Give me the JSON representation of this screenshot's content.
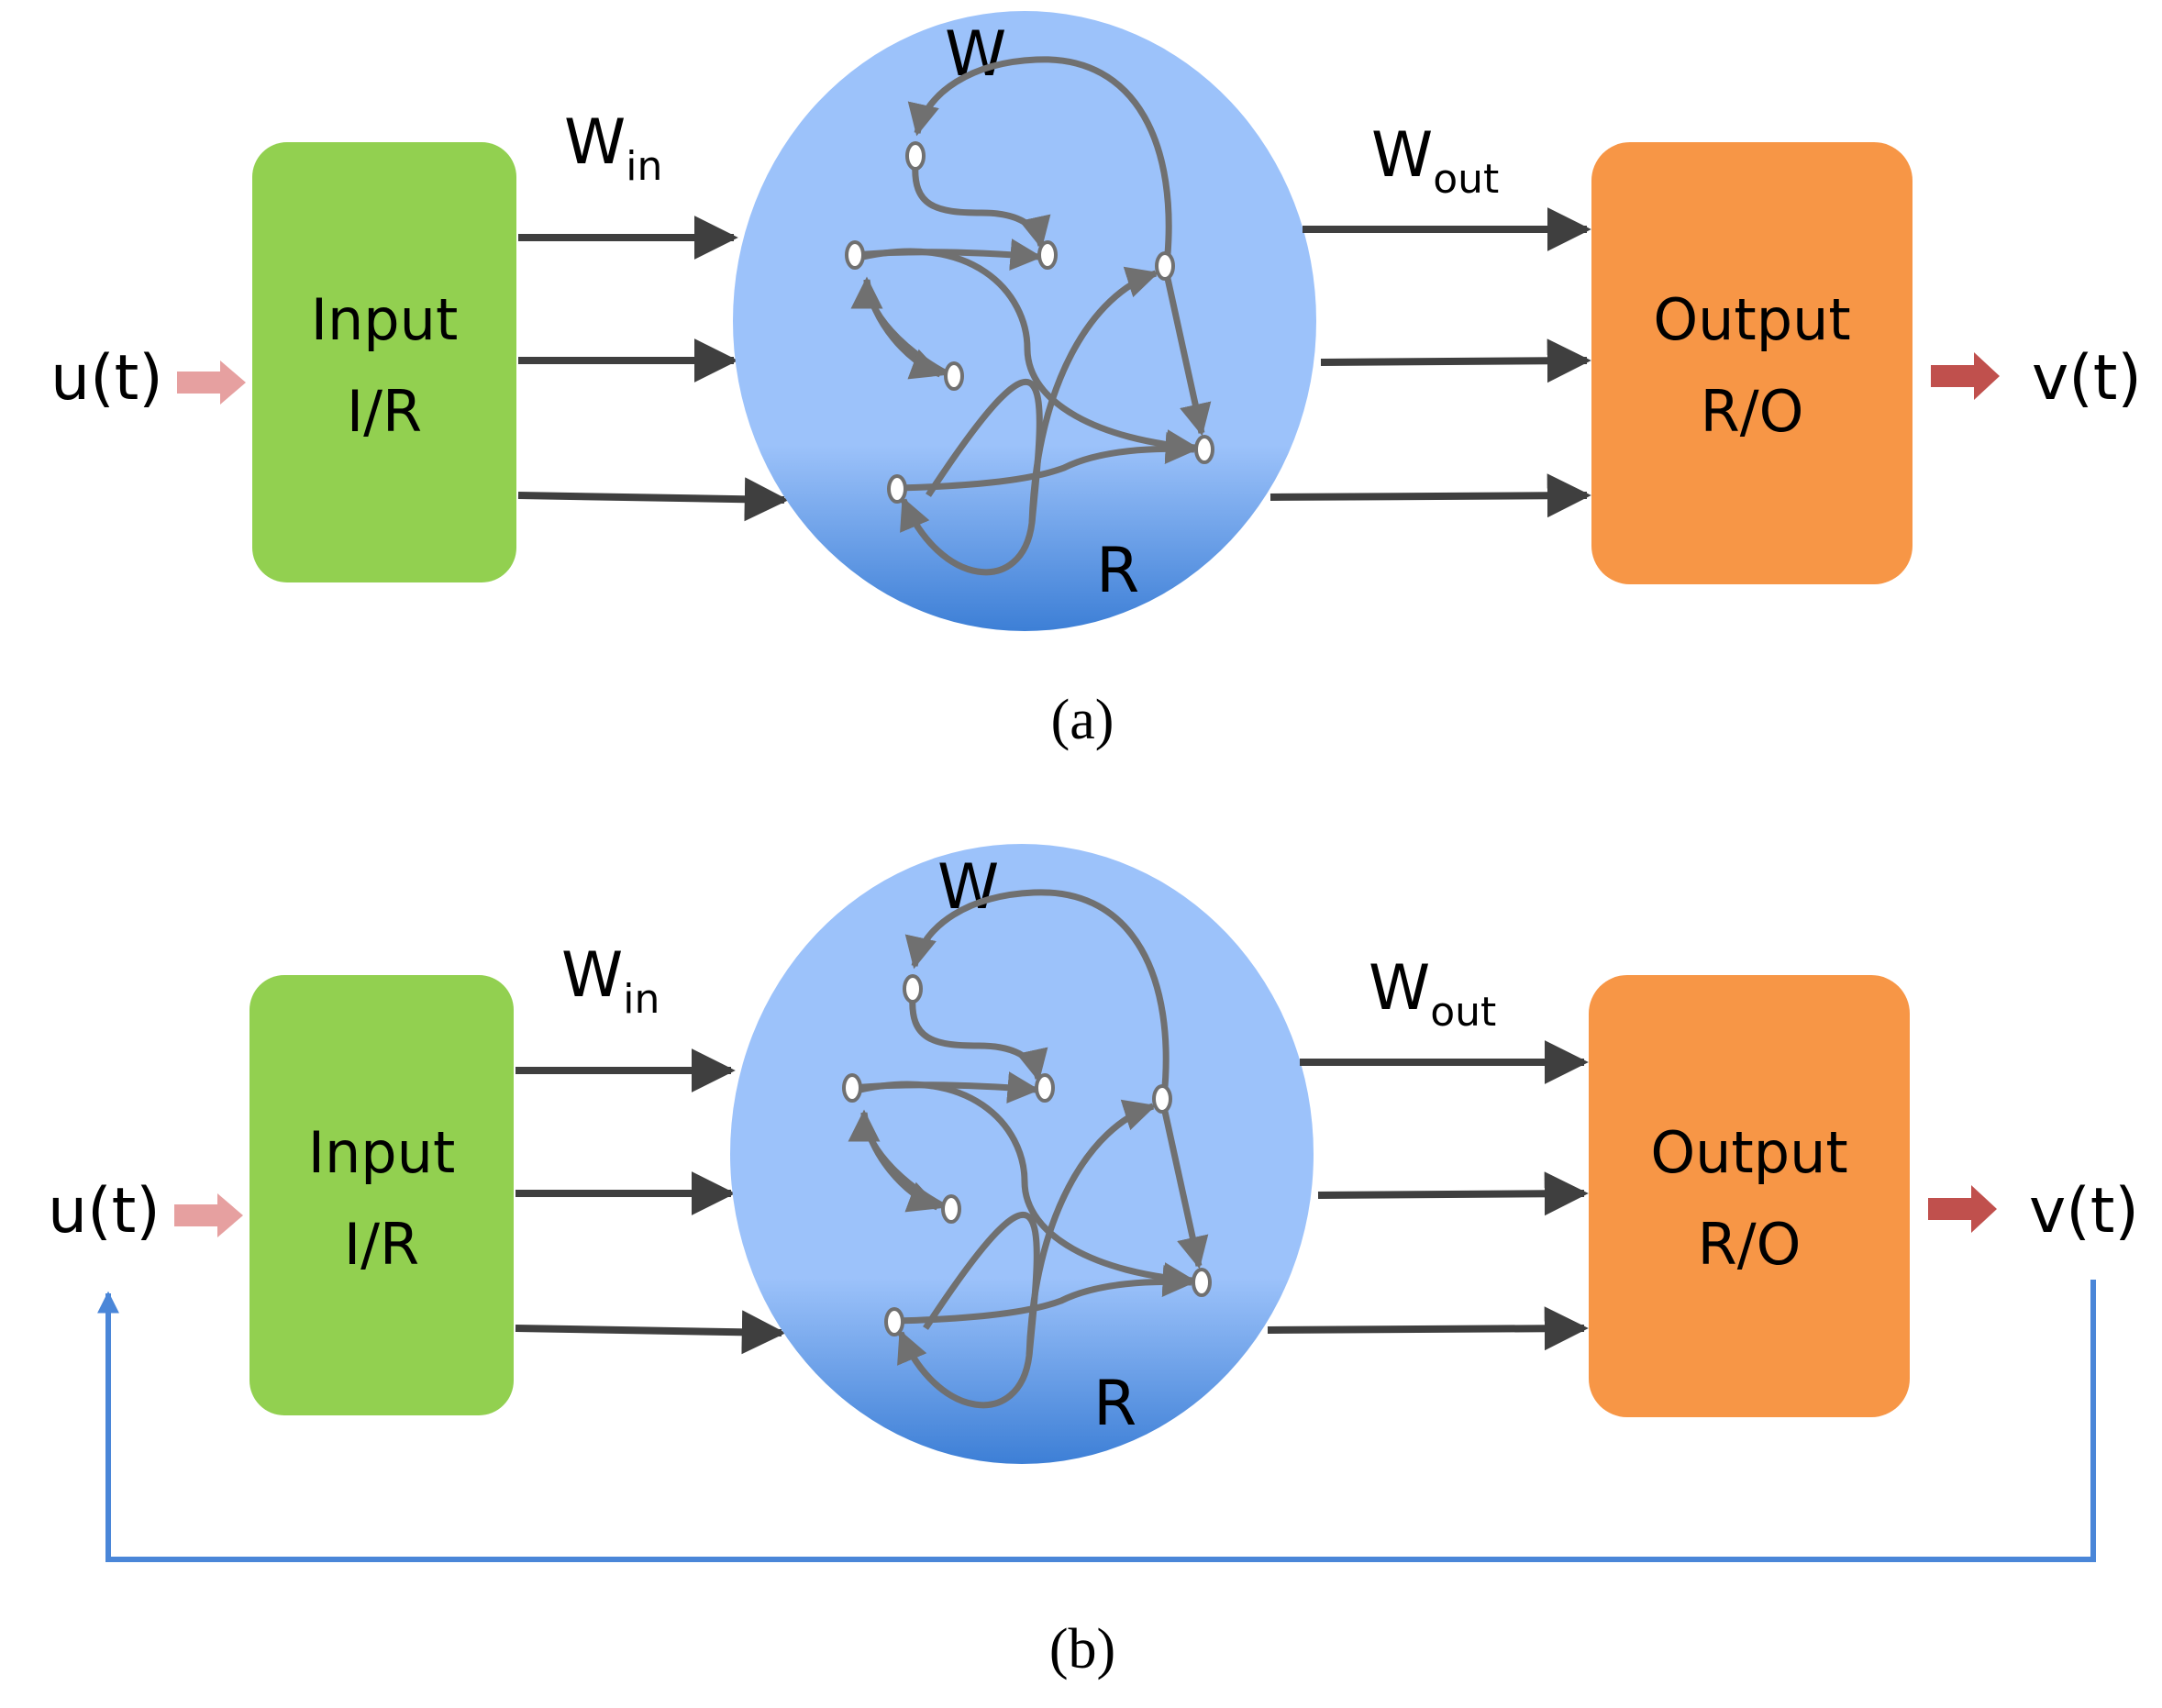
{
  "colors": {
    "input_block": "#92d050",
    "output_block": "#f79646",
    "reservoir_top": "#9cc2fa",
    "reservoir_bottom": "#3d7fd6",
    "connection": "#707070",
    "weight_arrow": "#3f3f3f",
    "input_arrow": "#e6a0a0",
    "output_arrow": "#c0504d",
    "feedback_line": "#4a86d8",
    "text": "#000000"
  },
  "panels": [
    {
      "caption": "(a)",
      "input_signal": "u(t)",
      "output_signal": "v(t)",
      "input_block": {
        "line1": "Input",
        "line2": "I/R"
      },
      "output_block": {
        "line1": "Output",
        "line2": "R/O"
      },
      "win_label": {
        "main": "W",
        "sub": "in"
      },
      "wout_label": {
        "main": "W",
        "sub": "out"
      },
      "reservoir_weight_label": "W",
      "reservoir_label": "R",
      "feedback": false
    },
    {
      "caption": "(b)",
      "input_signal": "u(t)",
      "output_signal": "v(t)",
      "input_block": {
        "line1": "Input",
        "line2": "I/R"
      },
      "output_block": {
        "line1": "Output",
        "line2": "R/O"
      },
      "win_label": {
        "main": "W",
        "sub": "in"
      },
      "wout_label": {
        "main": "W",
        "sub": "out"
      },
      "reservoir_weight_label": "W",
      "reservoir_label": "R",
      "feedback": true
    }
  ]
}
